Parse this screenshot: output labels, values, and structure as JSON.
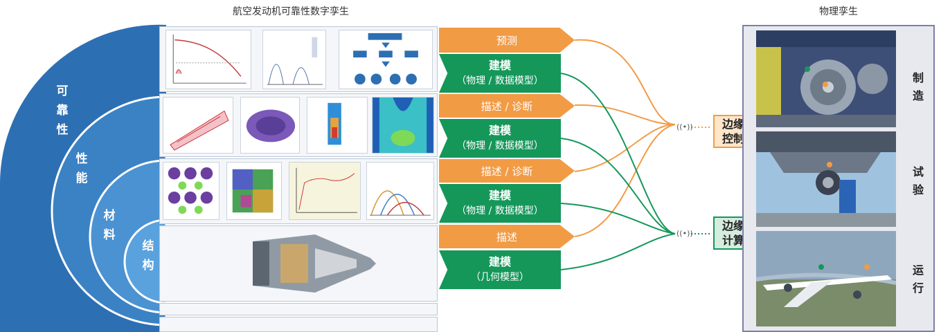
{
  "titles": {
    "digital_twin": "航空发动机可靠性数字孪生",
    "physical_twin": "物理孪生"
  },
  "layers": [
    {
      "id": "reliability",
      "chars": [
        "可",
        "靠",
        "性"
      ]
    },
    {
      "id": "performance",
      "chars": [
        "性",
        "能"
      ]
    },
    {
      "id": "material",
      "chars": [
        "材",
        "料"
      ]
    },
    {
      "id": "structure",
      "chars": [
        "结",
        "构"
      ]
    }
  ],
  "layer_colors": [
    "#2d6fb3",
    "#3b82c4",
    "#4b92d2",
    "#5aa2de"
  ],
  "tags": [
    {
      "kind": "orange",
      "text": "预测"
    },
    {
      "kind": "green",
      "line1": "建模",
      "line2": "（物理 / 数据模型）"
    },
    {
      "kind": "orange",
      "text": "描述 / 诊断"
    },
    {
      "kind": "green",
      "line1": "建模",
      "line2": "（物理 / 数据模型）"
    },
    {
      "kind": "orange",
      "text": "描述 / 诊断"
    },
    {
      "kind": "green",
      "line1": "建模",
      "line2": "（物理 / 数据模型）"
    },
    {
      "kind": "orange",
      "text": "描述"
    },
    {
      "kind": "green",
      "line1": "建模",
      "line2": "（几何模型）"
    }
  ],
  "edge": {
    "control": [
      "边缘",
      "控制"
    ],
    "compute": [
      "边缘",
      "计算"
    ],
    "signal_icon": "wireless-signal-icon"
  },
  "physical_stages": [
    {
      "chars": [
        "制",
        "造"
      ]
    },
    {
      "chars": [
        "试",
        "验"
      ]
    },
    {
      "chars": [
        "运",
        "行"
      ]
    }
  ],
  "colors": {
    "orange": "#f29b45",
    "green": "#15975a",
    "frame": "#7b7fa8",
    "blue": "#2d6fb3"
  }
}
